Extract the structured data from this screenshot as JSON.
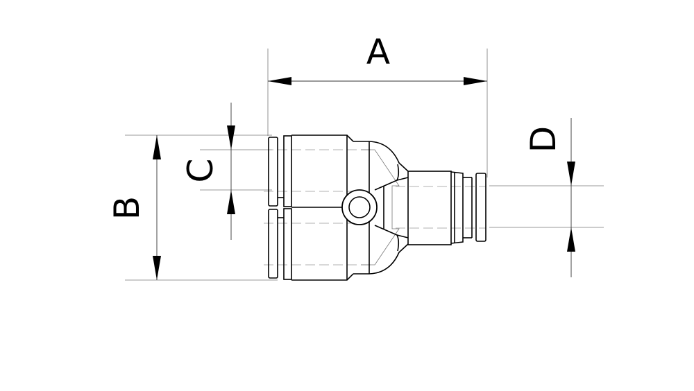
{
  "dimensions": {
    "A": "A",
    "B": "B",
    "C": "C",
    "D": "D"
  },
  "colors": {
    "line": "#000000",
    "hidden_line": "#999999",
    "background": "#ffffff"
  }
}
